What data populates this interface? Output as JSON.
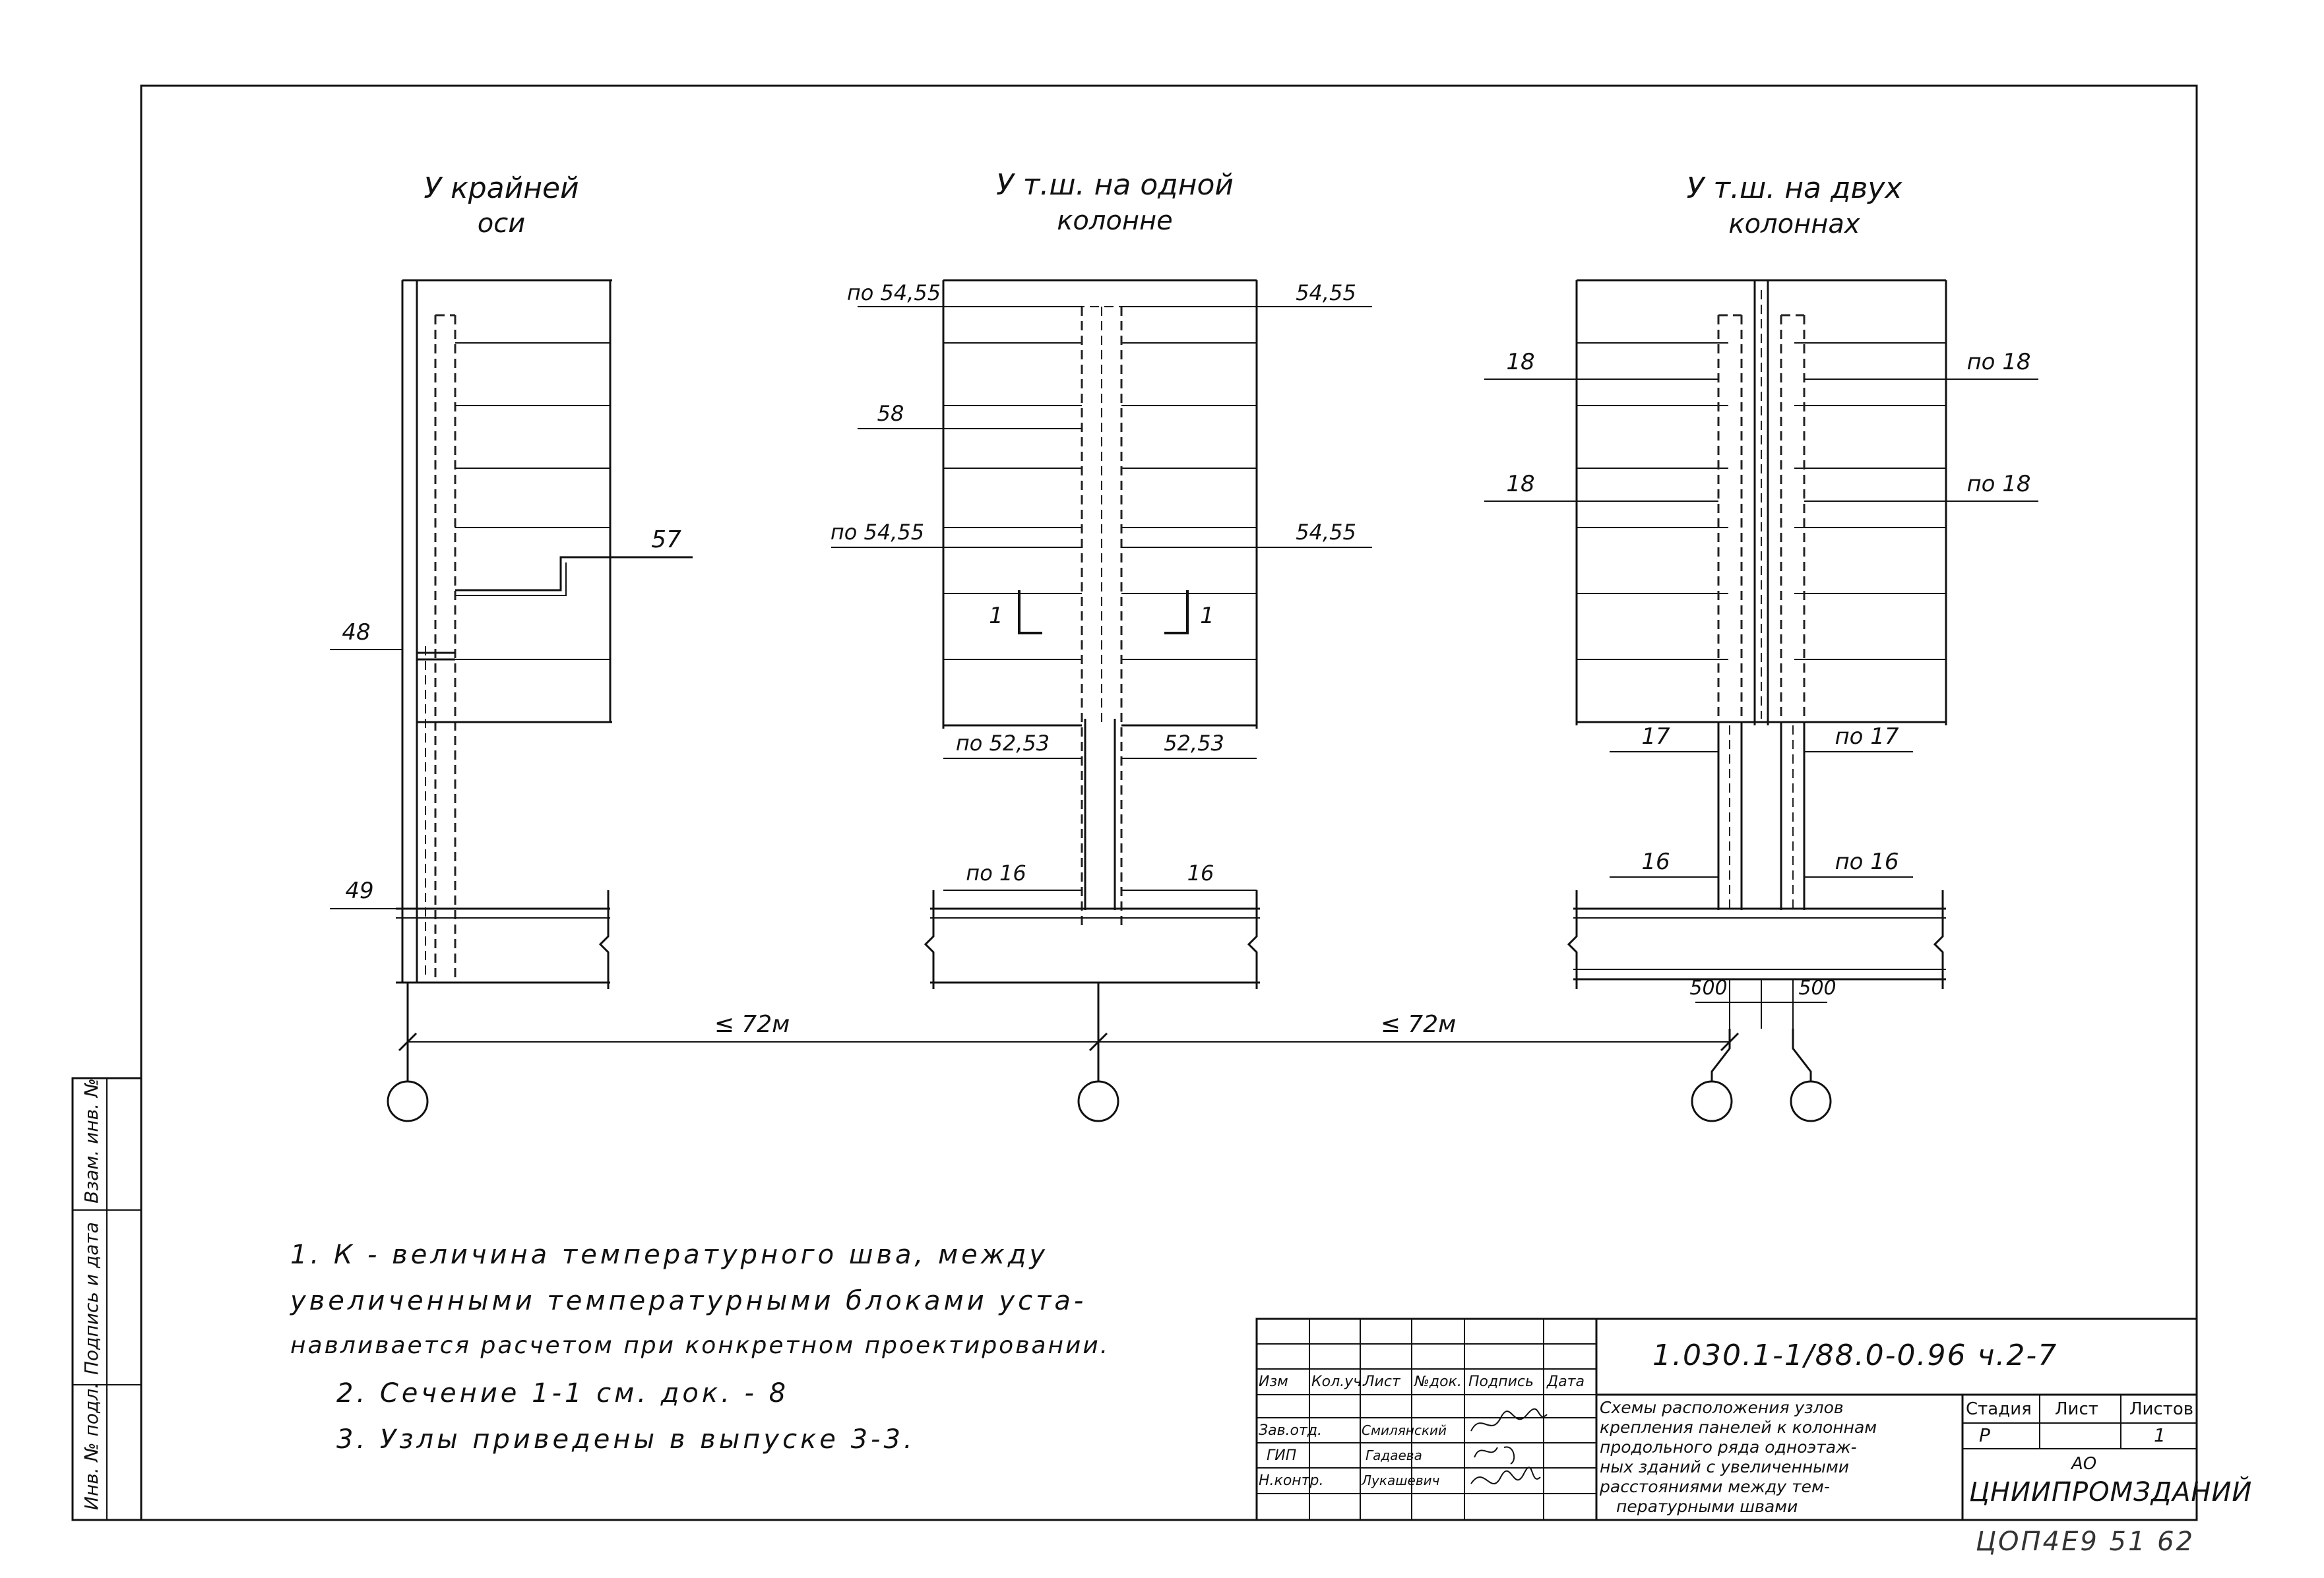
{
  "headers": {
    "left": [
      "У крайней",
      "оси"
    ],
    "center": [
      "У т.ш. на одной",
      "колонне"
    ],
    "right": [
      "У т.ш. на двух",
      "колоннах"
    ]
  },
  "labels": {
    "left_57": "57",
    "left_48": "48",
    "left_49": "49",
    "c_po5455_top": "по 54,55",
    "c_5455_top": "54,55",
    "c_58": "58",
    "c_po5455_mid": "по 54,55",
    "c_5455_mid": "54,55",
    "c_sec_l": "1",
    "c_sec_r": "1",
    "c_po5253": "по 52,53",
    "c_5253": "52,53",
    "c_po16": "по 16",
    "c_16": "16",
    "r_18_a": "18",
    "r_po18_a": "по 18",
    "r_18_b": "18",
    "r_po18_b": "по 18",
    "r_17": "17",
    "r_po17": "по 17",
    "r_16": "16",
    "r_po16": "по 16",
    "r_500_l": "500",
    "r_500_r": "500",
    "dim_left": "≤ 72м",
    "dim_right": "≤ 72м"
  },
  "notes": [
    "1. К - величина температурного шва, между",
    "увеличенными температурными блоками уста-",
    "навливается расчетом при конкретном проектировании.",
    "2. Сечение 1-1 см. док. - 8",
    "3. Узлы приведены в выпуске 3-3."
  ],
  "side_stamp": [
    "Инв. № подл.",
    "Подпись и дата",
    "Взам. инв. №"
  ],
  "title_block": {
    "doc_code": "1.030.1-1/88.0-0.96 ч.2-7",
    "header_cols": [
      "Изм",
      "Кол.уч.",
      "Лист",
      "№док.",
      "Подпись",
      "Дата"
    ],
    "roles": [
      "Зав.отд.",
      "ГИП",
      "Н.контр."
    ],
    "names": [
      "Смилянский",
      "Гадаева",
      "Лукашевич"
    ],
    "title_lines": [
      "Схемы расположения узлов",
      "крепления панелей к колоннам",
      "продольного ряда одноэтаж-",
      "ных зданий с увеличенными",
      "расстояниями между тем-",
      "пературными швами"
    ],
    "stage_header": "Стадия",
    "sheet_header": "Лист",
    "sheets_header": "Листов",
    "stage": "Р",
    "sheet": "",
    "sheets": "1",
    "org_small": "АО",
    "org": "ЦНИИПРОМЗДАНИЙ"
  },
  "archive_number": "ЦОП4Е9 51 62"
}
